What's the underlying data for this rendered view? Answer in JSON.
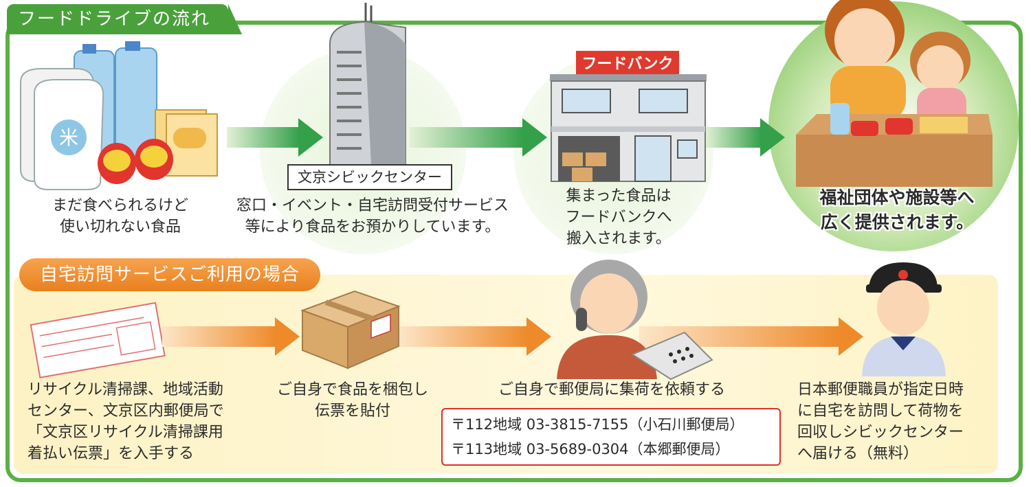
{
  "header": {
    "title": "フードドライブの流れ"
  },
  "flow": {
    "step1": {
      "caption_line1": "まだ食べられるけど",
      "caption_line2": "使い切れない食品",
      "rice_label": "米"
    },
    "step2": {
      "label": "文京シビックセンター",
      "caption_line1": "窓口・イベント・自宅訪問受付サービス",
      "caption_line2": "等により食品をお預かりしています。"
    },
    "step3": {
      "sign": "フードバンク",
      "caption_line1": "集まった食品は",
      "caption_line2": "フードバンクへ",
      "caption_line3": "搬入されます。"
    },
    "step4": {
      "caption_line1": "福祉団体や施設等へ",
      "caption_line2": "広く提供されます。"
    }
  },
  "home_service": {
    "title": "自宅訪問サービスご利用の場合",
    "step1": {
      "line1": "リサイクル清掃課、地域活動",
      "line2": "センター、文京区内郵便局で",
      "line3": "「文京区リサイクル清掃課用",
      "line4": "着払い伝票」を入手する"
    },
    "step2": {
      "line1": "ご自身で食品を梱包し",
      "line2": "伝票を貼付"
    },
    "step3": {
      "line1": "ご自身で郵便局に集荷を依頼する"
    },
    "contacts": [
      {
        "text": "〒112地域 03-3815-7155（小石川郵便局）"
      },
      {
        "text": "〒113地域 03-5689-0304（本郷郵便局）"
      }
    ],
    "step4": {
      "line1": "日本郵便職員が指定日時",
      "line2": "に自宅を訪問して荷物を",
      "line3": "回収しシビックセンター",
      "line4": "へ届ける（無料）"
    }
  },
  "colors": {
    "green": "#5cb045",
    "orange": "#ee8a2a",
    "red_box": "#d9322a",
    "panel": "#fdf2c4"
  }
}
